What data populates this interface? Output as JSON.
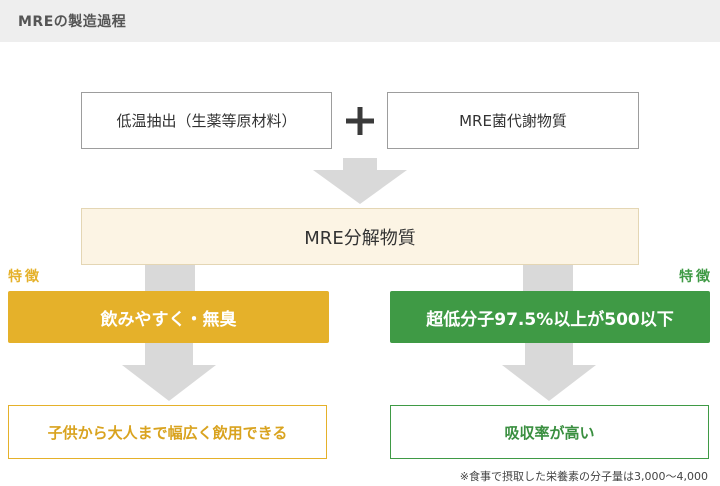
{
  "header": {
    "title": "MREの製造過程"
  },
  "inputs": {
    "left": "低温抽出（生薬等原材料）",
    "right": "MRE菌代謝物質"
  },
  "center": {
    "label": "MRE分解物質"
  },
  "features": {
    "left": {
      "tag": "特徴",
      "text": "飲みやすく・無臭"
    },
    "right": {
      "tag": "特徴",
      "text": "超低分子97.5%以上が500以下"
    }
  },
  "results": {
    "left": "子供から大人まで幅広く飲用できる",
    "right": "吸収率が高い"
  },
  "footnote": "※食事で摂取した栄養素の分子量は3,000〜4,000",
  "colors": {
    "yellow": "#e5b12a",
    "green": "#3f9a45",
    "arrow": "#d9d9d9",
    "plus": "#3a3a3a"
  },
  "icons": {
    "plus": "plus-icon",
    "arrow": "down-arrow-icon"
  }
}
